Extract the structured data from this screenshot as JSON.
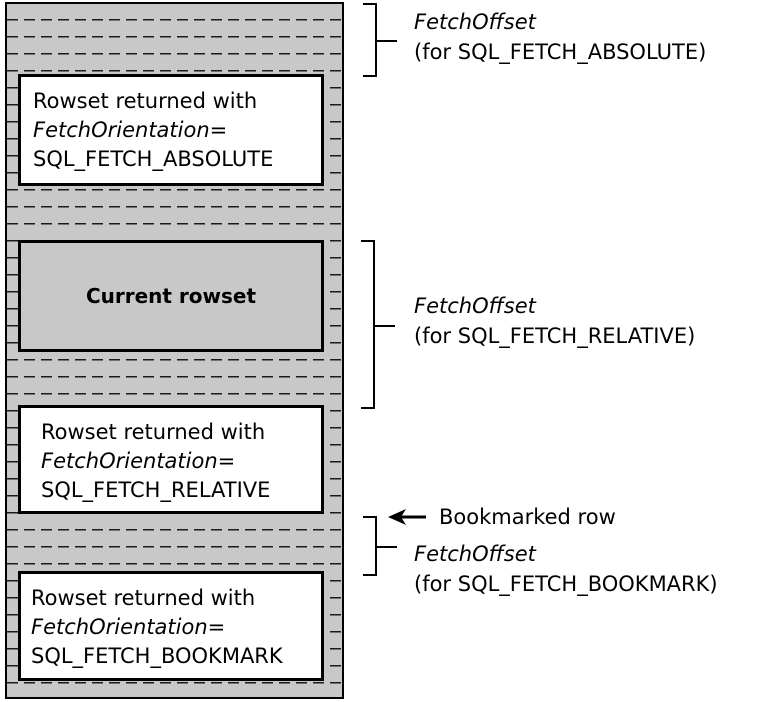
{
  "rowsets": {
    "absolute": {
      "line1": "Rowset returned with",
      "line2": "FetchOrientation=",
      "line3": "SQL_FETCH_ABSOLUTE"
    },
    "current": {
      "label": "Current rowset"
    },
    "relative": {
      "line1": "Rowset returned with",
      "line2": "FetchOrientation=",
      "line3": "SQL_FETCH_RELATIVE"
    },
    "bookmark": {
      "line1": "Rowset returned with",
      "line2": "FetchOrientation=",
      "line3": "SQL_FETCH_BOOKMARK"
    }
  },
  "annotations": {
    "absolute": {
      "line1": "FetchOffset",
      "line2": "(for SQL_FETCH_ABSOLUTE)"
    },
    "relative": {
      "line1": "FetchOffset",
      "line2": "(for SQL_FETCH_RELATIVE)"
    },
    "bookmark": {
      "line1": "FetchOffset",
      "line2": "(for SQL_FETCH_BOOKMARK)"
    },
    "bookmarked_row": "Bookmarked row"
  },
  "colors": {
    "result_set_fill": "#c8c8c8",
    "rowset_fill": "#ffffff",
    "current_rowset_fill": "#c8c8c8",
    "stroke": "#000000"
  },
  "icons": {
    "bookmark_pointer": "left-arrow-icon"
  }
}
